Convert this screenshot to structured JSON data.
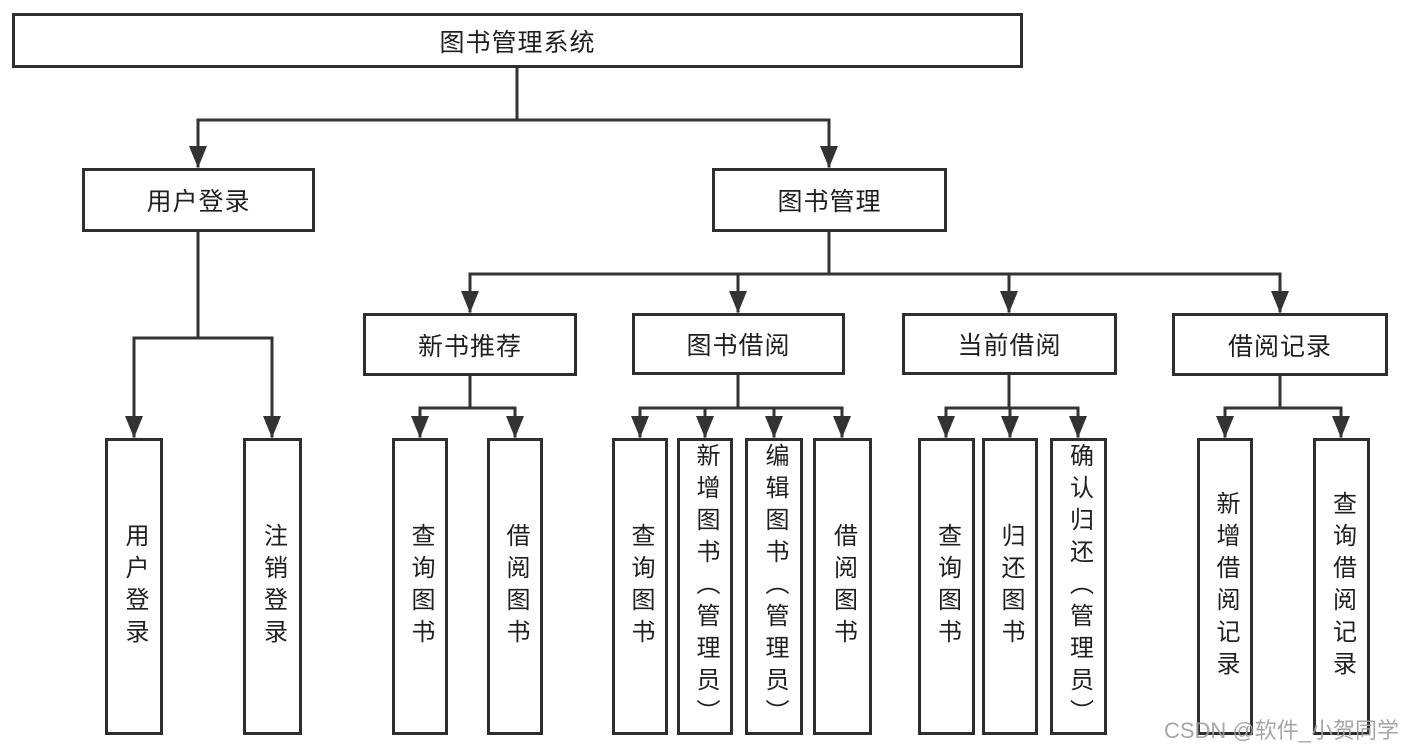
{
  "tree": {
    "label": "图书管理系统",
    "children": [
      {
        "label": "用户登录",
        "children": [
          {
            "label": "用户登录"
          },
          {
            "label": "注销登录"
          }
        ]
      },
      {
        "label": "图书管理",
        "children": [
          {
            "label": "新书推荐",
            "children": [
              {
                "label": "查询图书"
              },
              {
                "label": "借阅图书"
              }
            ]
          },
          {
            "label": "图书借阅",
            "children": [
              {
                "label": "查询图书"
              },
              {
                "label": "新增图书（管理员）"
              },
              {
                "label": "编辑图书（管理员）"
              },
              {
                "label": "借阅图书"
              }
            ]
          },
          {
            "label": "当前借阅",
            "children": [
              {
                "label": "查询图书"
              },
              {
                "label": "归还图书"
              },
              {
                "label": "确认归还（管理员）"
              }
            ]
          },
          {
            "label": "借阅记录",
            "children": [
              {
                "label": "新增借阅记录"
              },
              {
                "label": "查询借阅记录"
              }
            ]
          }
        ]
      }
    ]
  },
  "watermark": {
    "text": "CSDN @软件_小贺同学"
  },
  "colors": {
    "line": "#333333",
    "border": "#2e2e2e",
    "text": "#1f1f1f",
    "bg": "#ffffff",
    "watermark": "#9f9f9f"
  }
}
